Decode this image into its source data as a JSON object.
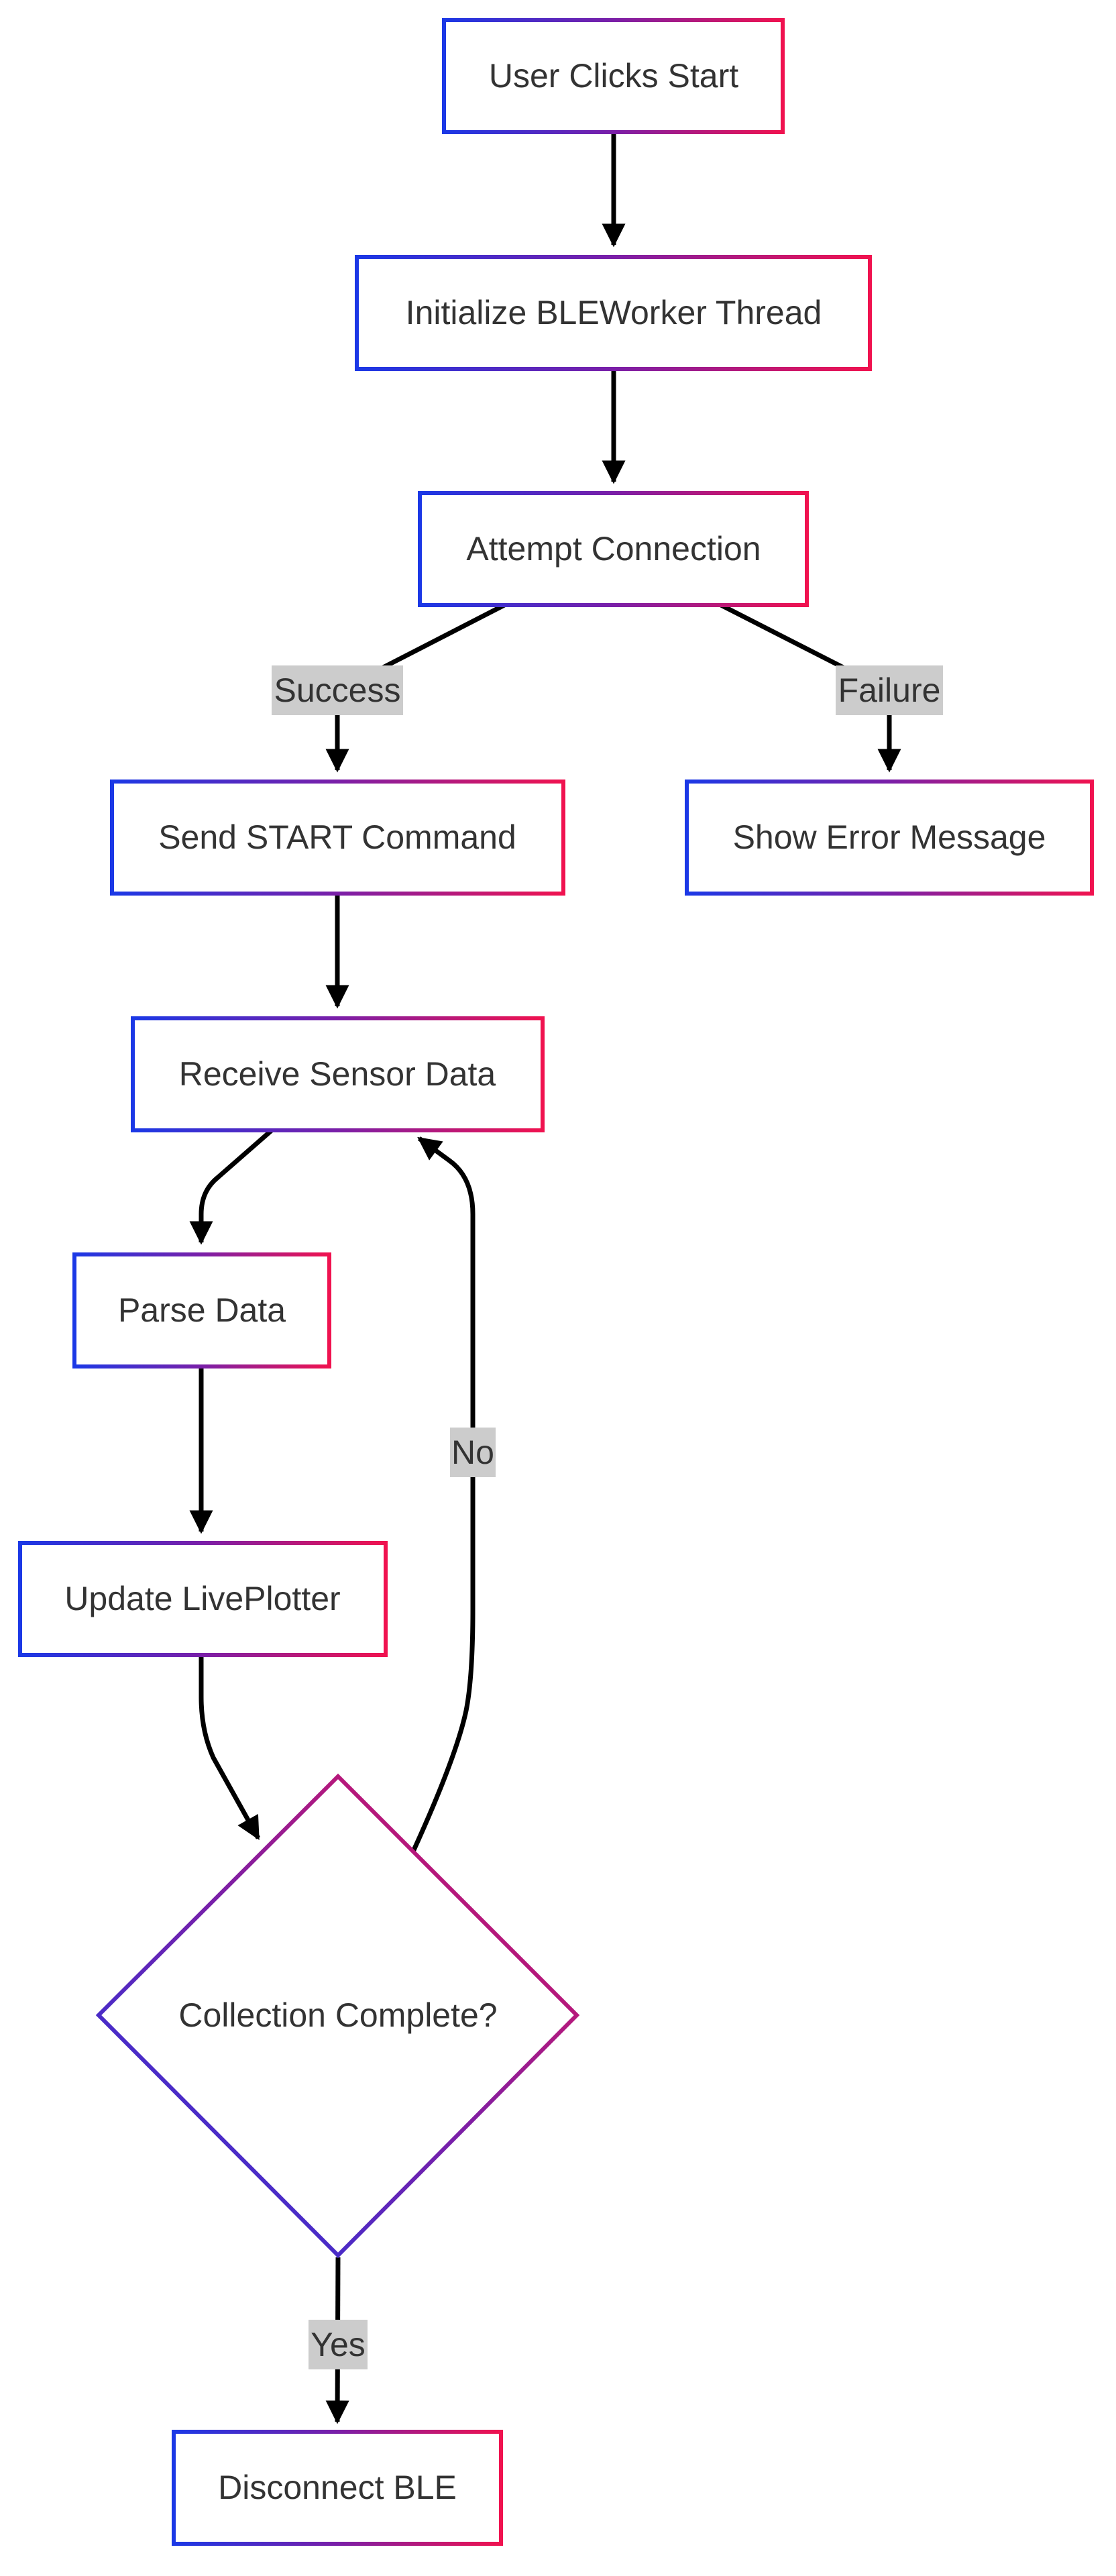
{
  "colors": {
    "gradient_start": "#1b38e6",
    "gradient_mid": "#7a1fa8",
    "gradient_end": "#f0124f",
    "edge": "#000000",
    "label_bg": "#cccccc",
    "text": "#333333"
  },
  "nodes": {
    "start": "User Clicks Start",
    "init": "Initialize BLEWorker Thread",
    "connect": "Attempt Connection",
    "send": "Send START Command",
    "error": "Show Error Message",
    "receive": "Receive Sensor Data",
    "parse": "Parse Data",
    "update": "Update LivePlotter",
    "decision": "Collection Complete?",
    "disconnect": "Disconnect BLE"
  },
  "edge_labels": {
    "success": "Success",
    "failure": "Failure",
    "no": "No",
    "yes": "Yes"
  }
}
